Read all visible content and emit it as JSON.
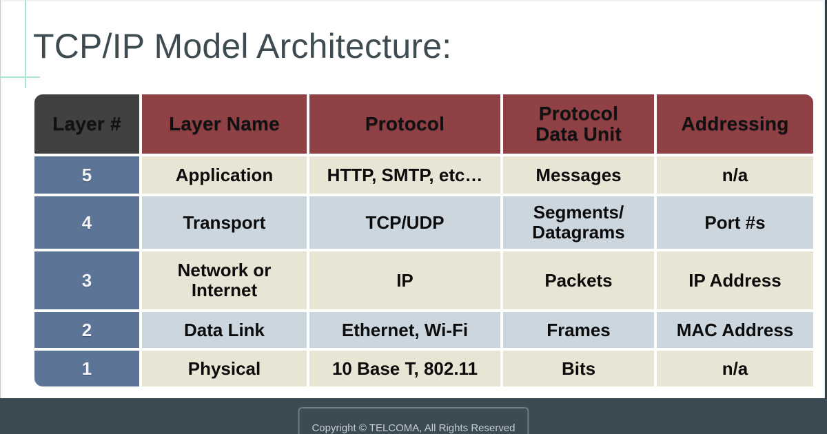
{
  "slide": {
    "title": "TCP/IP Model Architecture:",
    "title_color": "#3e4b50",
    "background": "#ffffff"
  },
  "guides": {
    "color": "#a8e6d0",
    "vertical_name": "vertical-guide",
    "horizontal_name": "horizontal-guide"
  },
  "table": {
    "colors": {
      "header_layer_num": "#414141",
      "header_maroon": "#8f4146",
      "header_text": "#f7f1ec",
      "layer_num_cell": "#5c7597",
      "row_cream": "#e9e5d5",
      "row_blue": "#ccd6df",
      "body_text": "#0c0c0c"
    },
    "headers": [
      "Layer #",
      "Layer Name",
      "Protocol",
      "Protocol\nData Unit",
      "Addressing"
    ],
    "header_lines": {
      "h0": "Layer #",
      "h1": "Layer Name",
      "h2": "Protocol",
      "h3_line1": "Protocol",
      "h3_line2": "Data Unit",
      "h4": "Addressing"
    },
    "rows": [
      {
        "layer": "5",
        "layer_name": "Application",
        "layer_name_line1": "Application",
        "layer_name_line2": "",
        "protocol": "HTTP, SMTP, etc…",
        "pdu": "Messages",
        "pdu_line1": "Messages",
        "pdu_line2": "",
        "addressing": "n/a",
        "shade": "cream"
      },
      {
        "layer": "4",
        "layer_name": "Transport",
        "layer_name_line1": "Transport",
        "layer_name_line2": "",
        "protocol": "TCP/UDP",
        "pdu": "Segments/ Datagrams",
        "pdu_line1": "Segments/",
        "pdu_line2": "Datagrams",
        "addressing": "Port #s",
        "shade": "blue"
      },
      {
        "layer": "3",
        "layer_name": "Network or Internet",
        "layer_name_line1": "Network or",
        "layer_name_line2": "Internet",
        "protocol": "IP",
        "pdu": "Packets",
        "pdu_line1": "Packets",
        "pdu_line2": "",
        "addressing": "IP Address",
        "shade": "cream"
      },
      {
        "layer": "2",
        "layer_name": "Data Link",
        "layer_name_line1": "Data Link",
        "layer_name_line2": "",
        "protocol": "Ethernet, Wi-Fi",
        "pdu": "Frames",
        "pdu_line1": "Frames",
        "pdu_line2": "",
        "addressing": "MAC Address",
        "shade": "blue"
      },
      {
        "layer": "1",
        "layer_name": "Physical",
        "layer_name_line1": "Physical",
        "layer_name_line2": "",
        "protocol": "10 Base T, 802.11",
        "pdu": "Bits",
        "pdu_line1": "Bits",
        "pdu_line2": "",
        "addressing": "n/a",
        "shade": "cream"
      }
    ]
  },
  "footer": {
    "background": "#3b4b53",
    "copyright": "Copyright © TELCOMA, All Rights Reserved",
    "text_color": "#c6cdd1"
  }
}
